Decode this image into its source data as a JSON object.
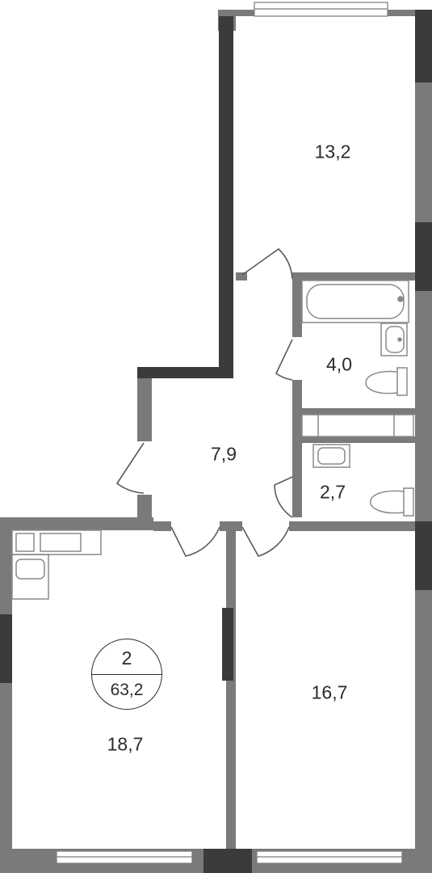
{
  "colors": {
    "wall": "#7a7a7a",
    "wall_dark": "#3b3b3b",
    "fixture": "#8a8a8a",
    "background": "#ffffff",
    "text": "#2b2b2b"
  },
  "apartment": {
    "rooms_count": "2",
    "total_area": "63,2"
  },
  "rooms": [
    {
      "id": "room-top-right",
      "area": "13,2"
    },
    {
      "id": "bathroom",
      "area": "4,0"
    },
    {
      "id": "hallway",
      "area": "7,9"
    },
    {
      "id": "toilet",
      "area": "2,7"
    },
    {
      "id": "kitchen-living",
      "area": "18,7"
    },
    {
      "id": "room-bottom-right",
      "area": "16,7"
    }
  ],
  "fixtures": [
    "bathtub",
    "sink",
    "toilet",
    "washing-machine",
    "kitchen-stove",
    "kitchen-sink"
  ]
}
